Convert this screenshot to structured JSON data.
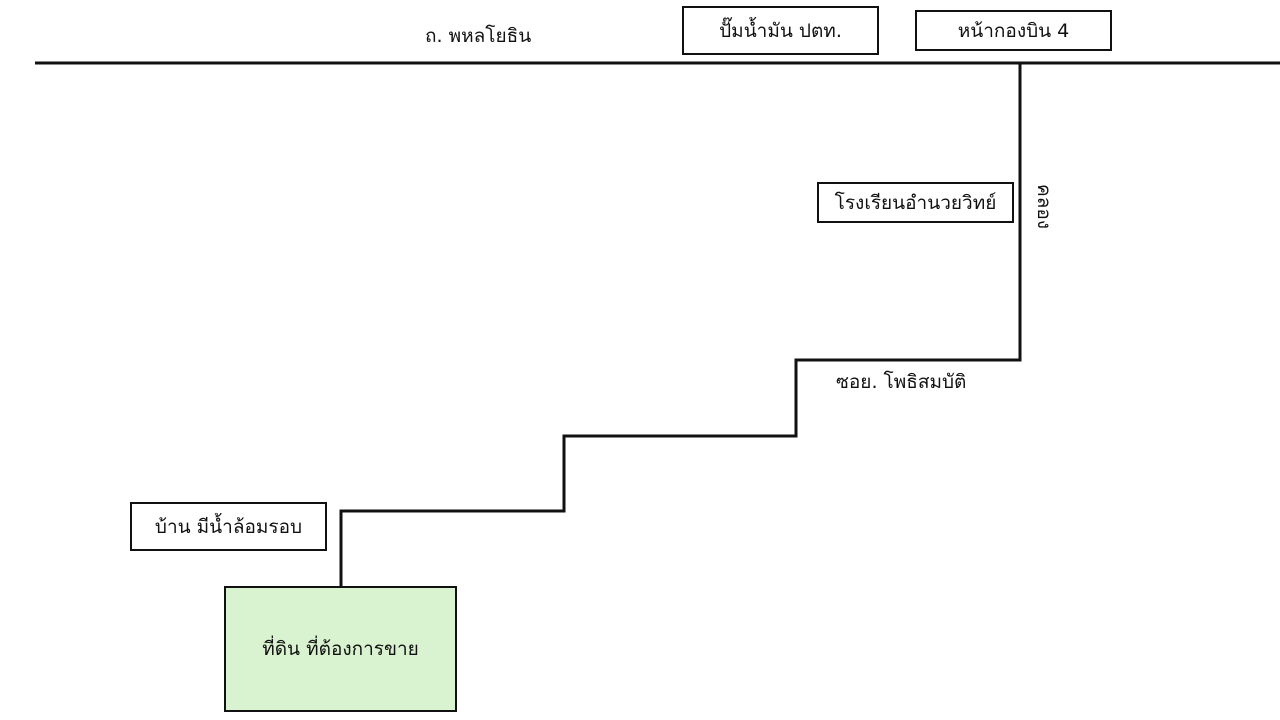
{
  "roads": {
    "main_road_label": "ถ. พหลโยธิน",
    "soi_label": "ซอย. โพธิสมบัติ",
    "canal_label": "คลอง"
  },
  "landmarks": {
    "gas_station": "ปั๊มน้ำมัน ปตท.",
    "air_wing": "หน้ากองบิน 4",
    "school": "โรงเรียนอำนวยวิทย์",
    "house": "บ้าน มีน้ำล้อมรอบ"
  },
  "target": {
    "label": "ที่ดิน ที่ต้องการขาย",
    "color": "#d9f2d0"
  },
  "colors": {
    "line": "#111111",
    "background": "#ffffff"
  }
}
